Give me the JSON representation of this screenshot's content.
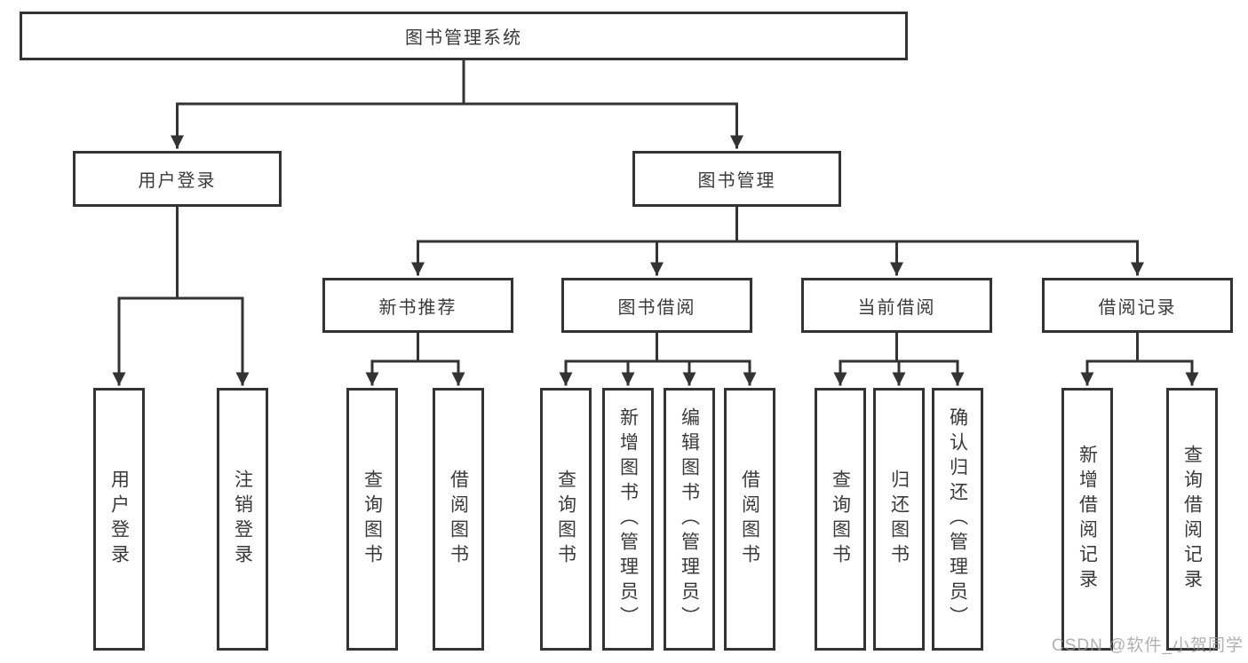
{
  "tree": {
    "label": "图书管理系统",
    "children": [
      {
        "label": "用户登录",
        "children": [
          {
            "label": "用户登录"
          },
          {
            "label": "注销登录"
          }
        ]
      },
      {
        "label": "图书管理",
        "children": [
          {
            "label": "新书推荐",
            "children": [
              {
                "label": "查询图书"
              },
              {
                "label": "借阅图书"
              }
            ]
          },
          {
            "label": "图书借阅",
            "children": [
              {
                "label": "查询图书"
              },
              {
                "label": "新增图书（管理员）"
              },
              {
                "label": "编辑图书（管理员）"
              },
              {
                "label": "借阅图书"
              }
            ]
          },
          {
            "label": "当前借阅",
            "children": [
              {
                "label": "查询图书"
              },
              {
                "label": "归还图书"
              },
              {
                "label": "确认归还（管理员）"
              }
            ]
          },
          {
            "label": "借阅记录",
            "children": [
              {
                "label": "新增借阅记录"
              },
              {
                "label": "查询借阅记录"
              }
            ]
          }
        ]
      }
    ]
  },
  "watermark": "CSDN @软件_小贺同学",
  "colors": {
    "line": "#333333",
    "text": "#3a3a3a",
    "watermark": "#969696",
    "background": "#ffffff"
  }
}
